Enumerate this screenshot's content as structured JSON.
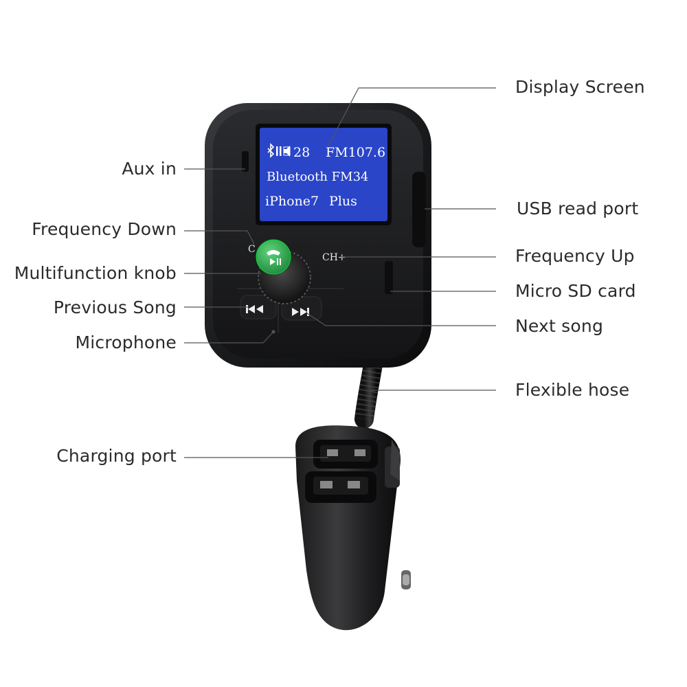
{
  "screen": {
    "line1_number": "28",
    "line1_freq": "FM107.6",
    "line2": "Bluetooth FM34",
    "line3_model": "iPhone7",
    "line3_suffix": "Plus"
  },
  "buttons": {
    "channel_down": "C",
    "channel_up": "CH+"
  },
  "labels": {
    "aux_in": "Aux in",
    "frequency_down": "Frequency Down",
    "multifunction_knob": "Multifunction knob",
    "previous_song": "Previous Song",
    "microphone": "Microphone",
    "charging_port": "Charging port",
    "display_screen": "Display Screen",
    "usb_read_port": "USB read port",
    "frequency_up": "Frequency Up",
    "micro_sd_card": "Micro SD card",
    "next_song": "Next song",
    "flexible_hose": "Flexible hose"
  },
  "colors": {
    "screen_bg": "#2a45c8",
    "body": "#1c1c1e",
    "knob_green": "#2fa84f"
  }
}
